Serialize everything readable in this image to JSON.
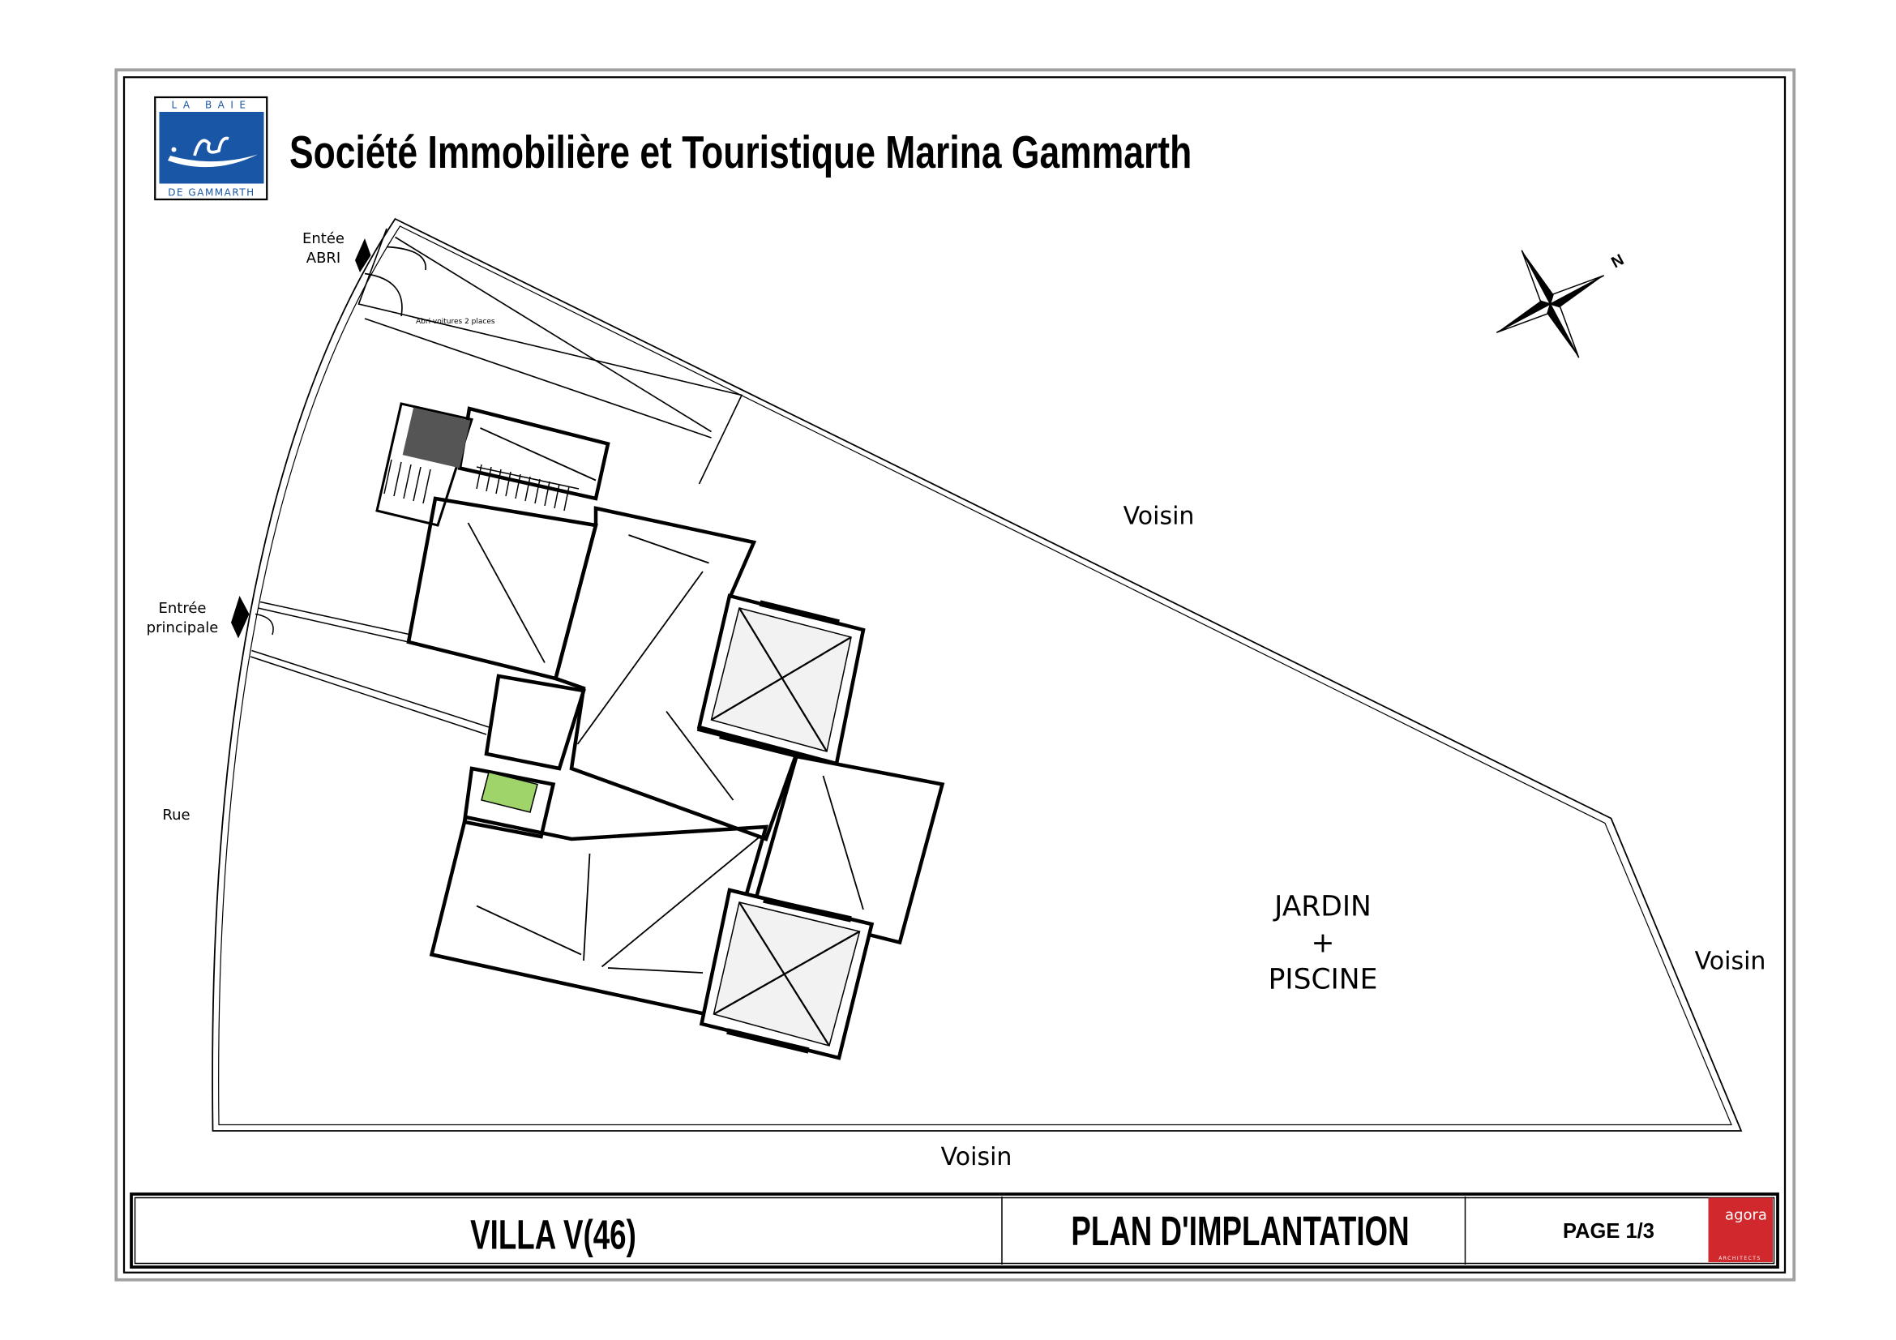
{
  "header": {
    "logo": {
      "top_text": "LA BAIE",
      "bottom_text": "DE GAMMARTH",
      "color": "#1a56a6"
    },
    "title": "Société Immobilière et Touristique Marina Gammarth"
  },
  "plan": {
    "labels": {
      "entry_shelter_line1": "Entée",
      "entry_shelter_line2": "ABRI",
      "carport": "Abri voitures 2 places",
      "main_entry_line1": "Entrée",
      "main_entry_line2": "principale",
      "street": "Rue",
      "neighbor_top": "Voisin",
      "neighbor_right": "Voisin",
      "neighbor_bottom": "Voisin",
      "garden_line1": "JARDIN",
      "garden_line2": "+",
      "garden_line3": "PISCINE",
      "north": "N"
    },
    "colors": {
      "pool": "#9fd46a",
      "frame": "#a0a0a0"
    }
  },
  "title_block": {
    "project": "VILLA  V(46)",
    "drawing": "PLAN D'IMPLANTATION",
    "page": "PAGE 1/3",
    "architect_logo": {
      "name": "agora",
      "sub": "ARCHITECTS",
      "color": "#d0282c"
    }
  }
}
